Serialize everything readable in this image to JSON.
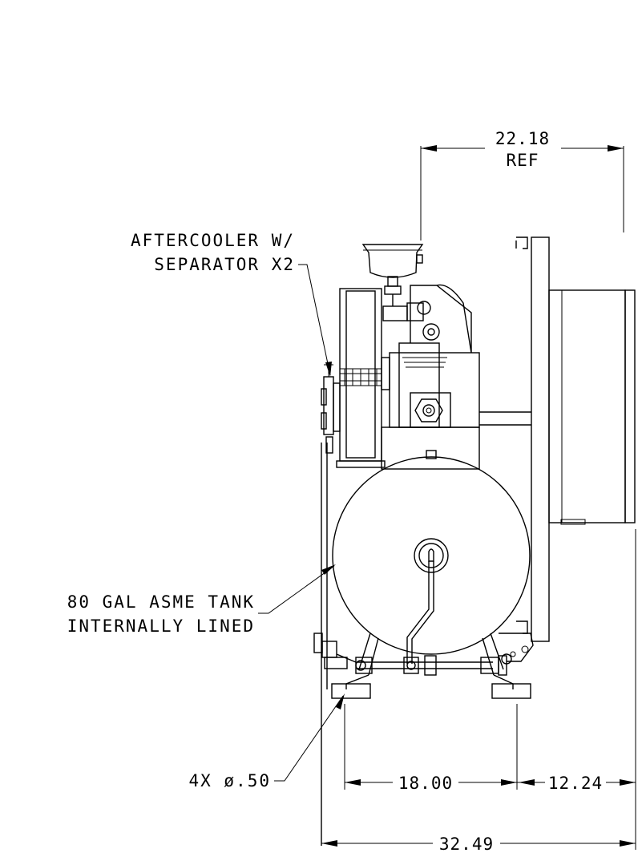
{
  "callouts": {
    "aftercooler_line1": "AFTERCOOLER W/",
    "aftercooler_line2": "SEPARATOR X2",
    "tank_line1": "80 GAL ASME TANK",
    "tank_line2": "INTERNALLY LINED",
    "holes": "4X ø.50"
  },
  "dimensions": {
    "top_value": "22.18",
    "top_ref": "REF",
    "foot_spacing": "18.00",
    "right_offset": "12.24",
    "overall_width": "32.49"
  }
}
